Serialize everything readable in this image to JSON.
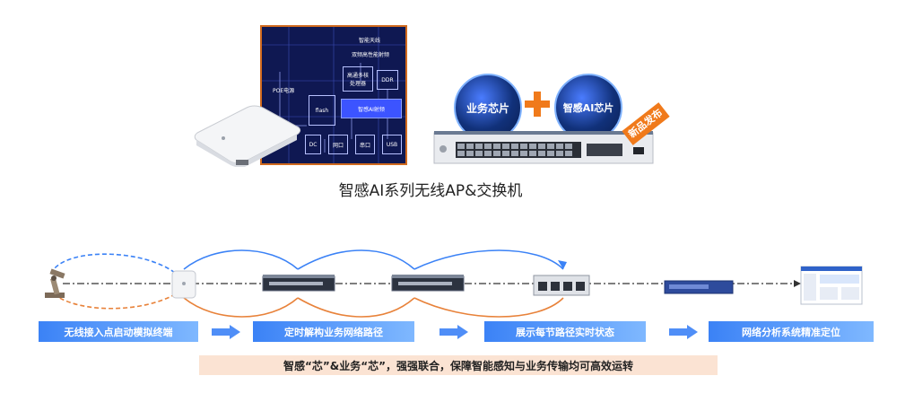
{
  "chip": {
    "title": "智能天线",
    "dual_rf": "双频高性能射频",
    "processor": "高通多核\n处理器",
    "ddr": "DDR",
    "poe": "POE电源",
    "flash": "flash",
    "ai_rf": "智感AI射频",
    "dc": "DC",
    "net": "网口",
    "serial": "串口",
    "usb": "USB"
  },
  "switch": {
    "business_chip": "业务芯片",
    "ai_chip": "智感AI芯片",
    "new_badge": "新品发布"
  },
  "title": "智感AI系列无线AP&交换机",
  "steps": [
    "无线接入点启动模拟终端",
    "定时解构业务网络路径",
    "展示每节路径实时状态",
    "网络分析系统精准定位"
  ],
  "slogan": "智感“芯”&业务“芯”，强强联合，保障智能感知与业务传输均可高效运转",
  "colors": {
    "blue": "#3b82f6",
    "orange": "#e8823a",
    "navy": "#0f1852",
    "badge": "#f07a1b"
  }
}
